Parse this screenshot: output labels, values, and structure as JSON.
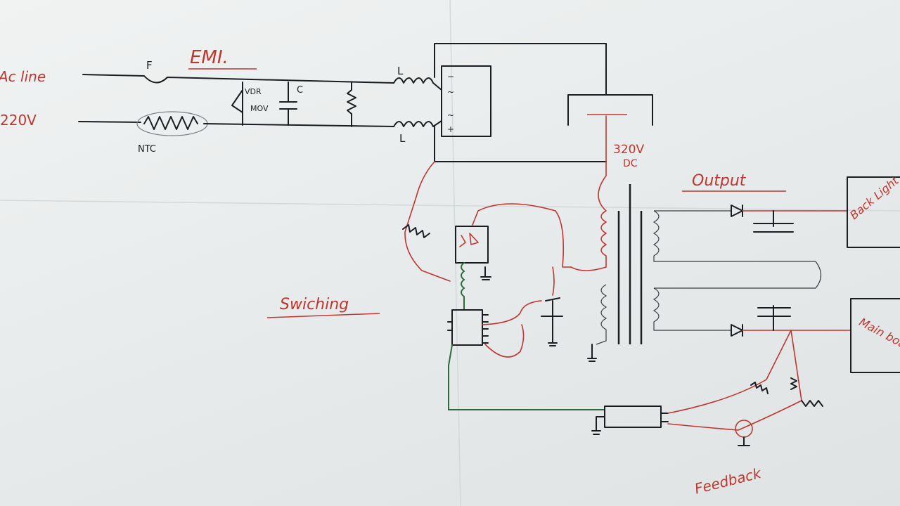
{
  "labels": {
    "ac_line": "Ac line",
    "voltage_in": "220V",
    "fuse": "F",
    "emi": "EMI.",
    "vdr": "VDR",
    "mov": "MOV",
    "cap": "C",
    "choke_top": "L",
    "choke_bottom": "L",
    "ntc": "NTC",
    "dc_voltage": "320V",
    "dc_unit": "DC",
    "switching": "Swiching",
    "output": "Output",
    "backlight": "Back Light",
    "mainboard": "Main board",
    "feedback": "Feedback"
  },
  "colors": {
    "ink": "#1b1d22",
    "red_ink": "#c0362e",
    "green_ink": "#2e6b3a"
  }
}
